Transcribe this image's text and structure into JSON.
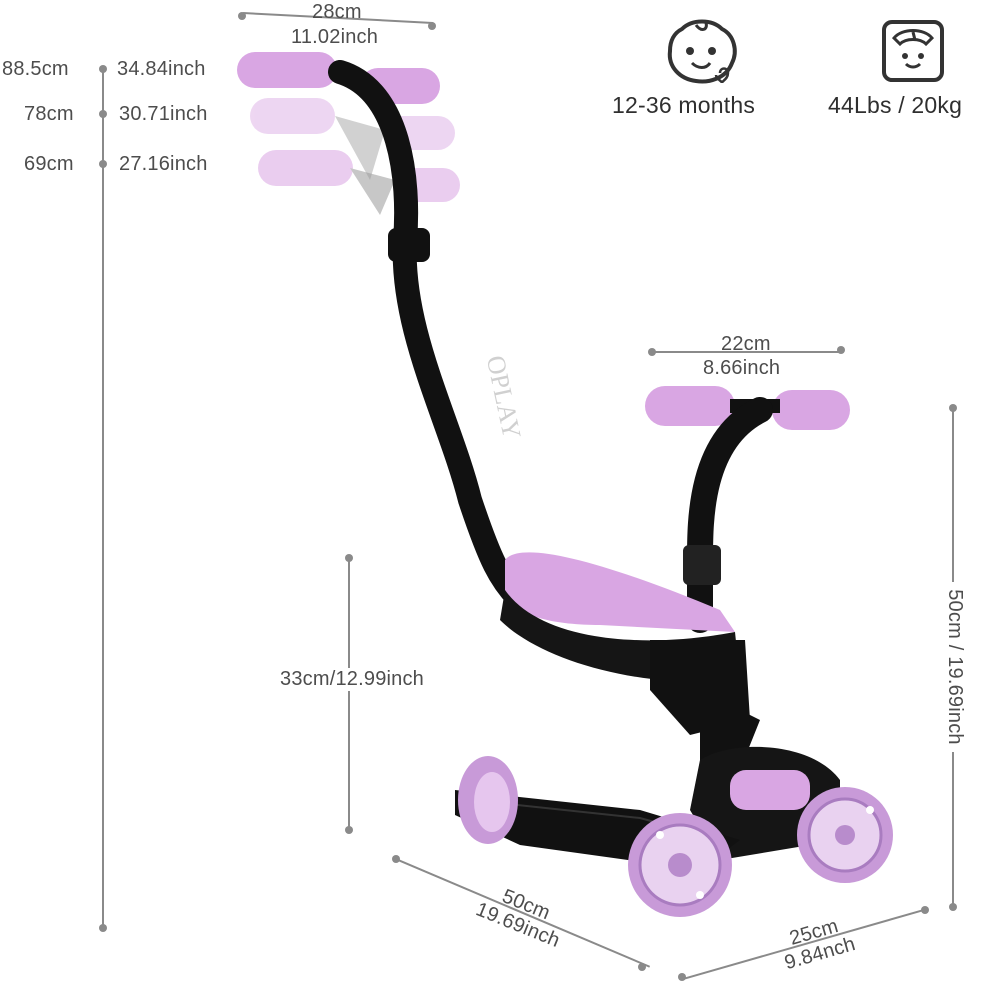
{
  "height_labels": {
    "h1_cm": "88.5cm",
    "h1_inch": "34.84inch",
    "h2_cm": "78cm",
    "h2_inch": "30.71inch",
    "h3_cm": "69cm",
    "h3_inch": "27.16inch"
  },
  "top_handle_width": {
    "cm": "28cm",
    "inch": "11.02inch"
  },
  "front_handle_width": {
    "cm": "22cm",
    "inch": "8.66inch"
  },
  "seat_height": "33cm/12.99inch",
  "front_height": "50cm / 19.69inch",
  "deck_length": {
    "cm": "50cm",
    "inch": "19.69inch"
  },
  "deck_width": {
    "cm": "25cm",
    "inch": "9.84nch"
  },
  "age": "12-36 months",
  "weight": "44Lbs / 20kg",
  "brand_text": "OPLAY",
  "icons": [
    "baby-face-icon",
    "scale-icon"
  ],
  "colors": {
    "pink": "#d9a6e3",
    "black": "#111111",
    "wheel": "#c89ad8"
  }
}
